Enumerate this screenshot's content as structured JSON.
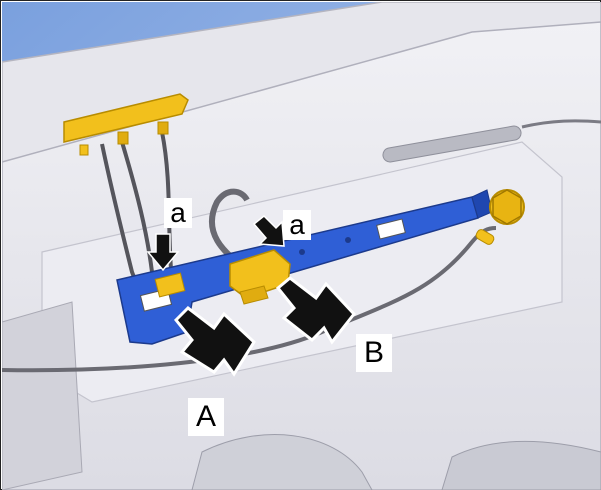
{
  "callouts": {
    "a_left": "a",
    "a_right": "a",
    "label_A": "A",
    "label_B": "B"
  },
  "colors": {
    "background": "#8fb1e4",
    "panel": "#e8e8ee",
    "bracket": "#2f5fd6",
    "connector": "#f2c01c",
    "wire": "#6e6e6e",
    "arrow": "#111111"
  }
}
